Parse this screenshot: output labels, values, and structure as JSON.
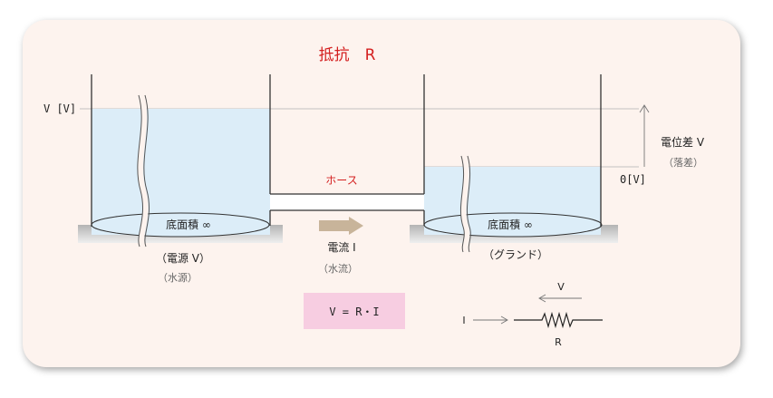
{
  "title": "抵抗　R",
  "hose_label": "ホース",
  "left_level_label": "V [V]",
  "right_level_label": "0[V]",
  "potential_diff": {
    "label": "電位差 V",
    "sub": "（落差）"
  },
  "left_tank": {
    "area_label": "底面積 ∞",
    "name": "（電源 V）",
    "sub": "（水源）"
  },
  "right_tank": {
    "area_label": "底面積 ∞",
    "name": "（グランド）"
  },
  "current": {
    "label": "電流 I",
    "sub": "（水流）"
  },
  "formula": "V = R・I",
  "circuit": {
    "voltage": "V",
    "current": "I",
    "resistor": "R"
  },
  "colors": {
    "water": "#dcedf8",
    "title": "#d42020",
    "arrow": "#c8b49a",
    "formula_bg": "#f7cde1",
    "base": "#c8c8c8"
  }
}
